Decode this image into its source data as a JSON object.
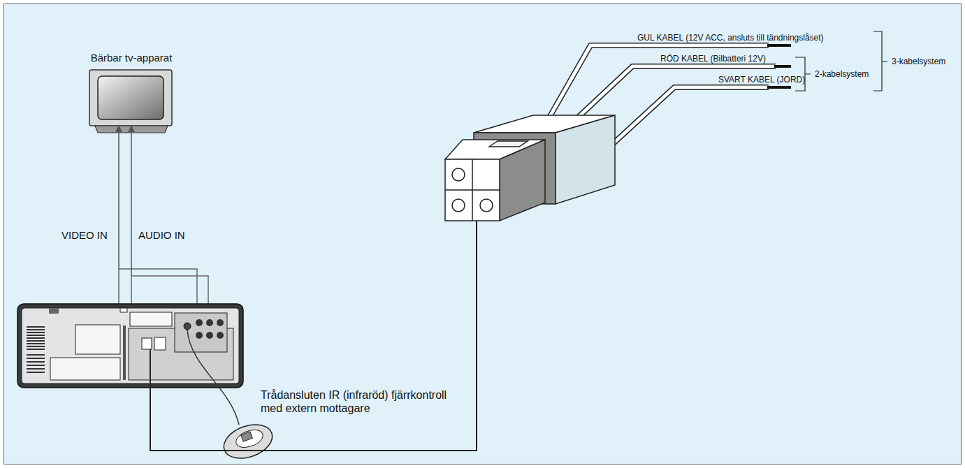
{
  "diagram": {
    "labels": [
      "Bärbar tv-apparat",
      "VIDEO IN",
      "AUDIO IN",
      "Trådansluten IR (infraröd) fjärrkontroll med extern mottagare",
      "GUL KABEL (12V ACC, ansluts till tändningslåset)",
      "RÖD KABEL (Bilbatteri 12V)",
      "SVART KABEL (JORD)",
      "2-kabelsystem",
      "3-kabelsystem"
    ]
  }
}
